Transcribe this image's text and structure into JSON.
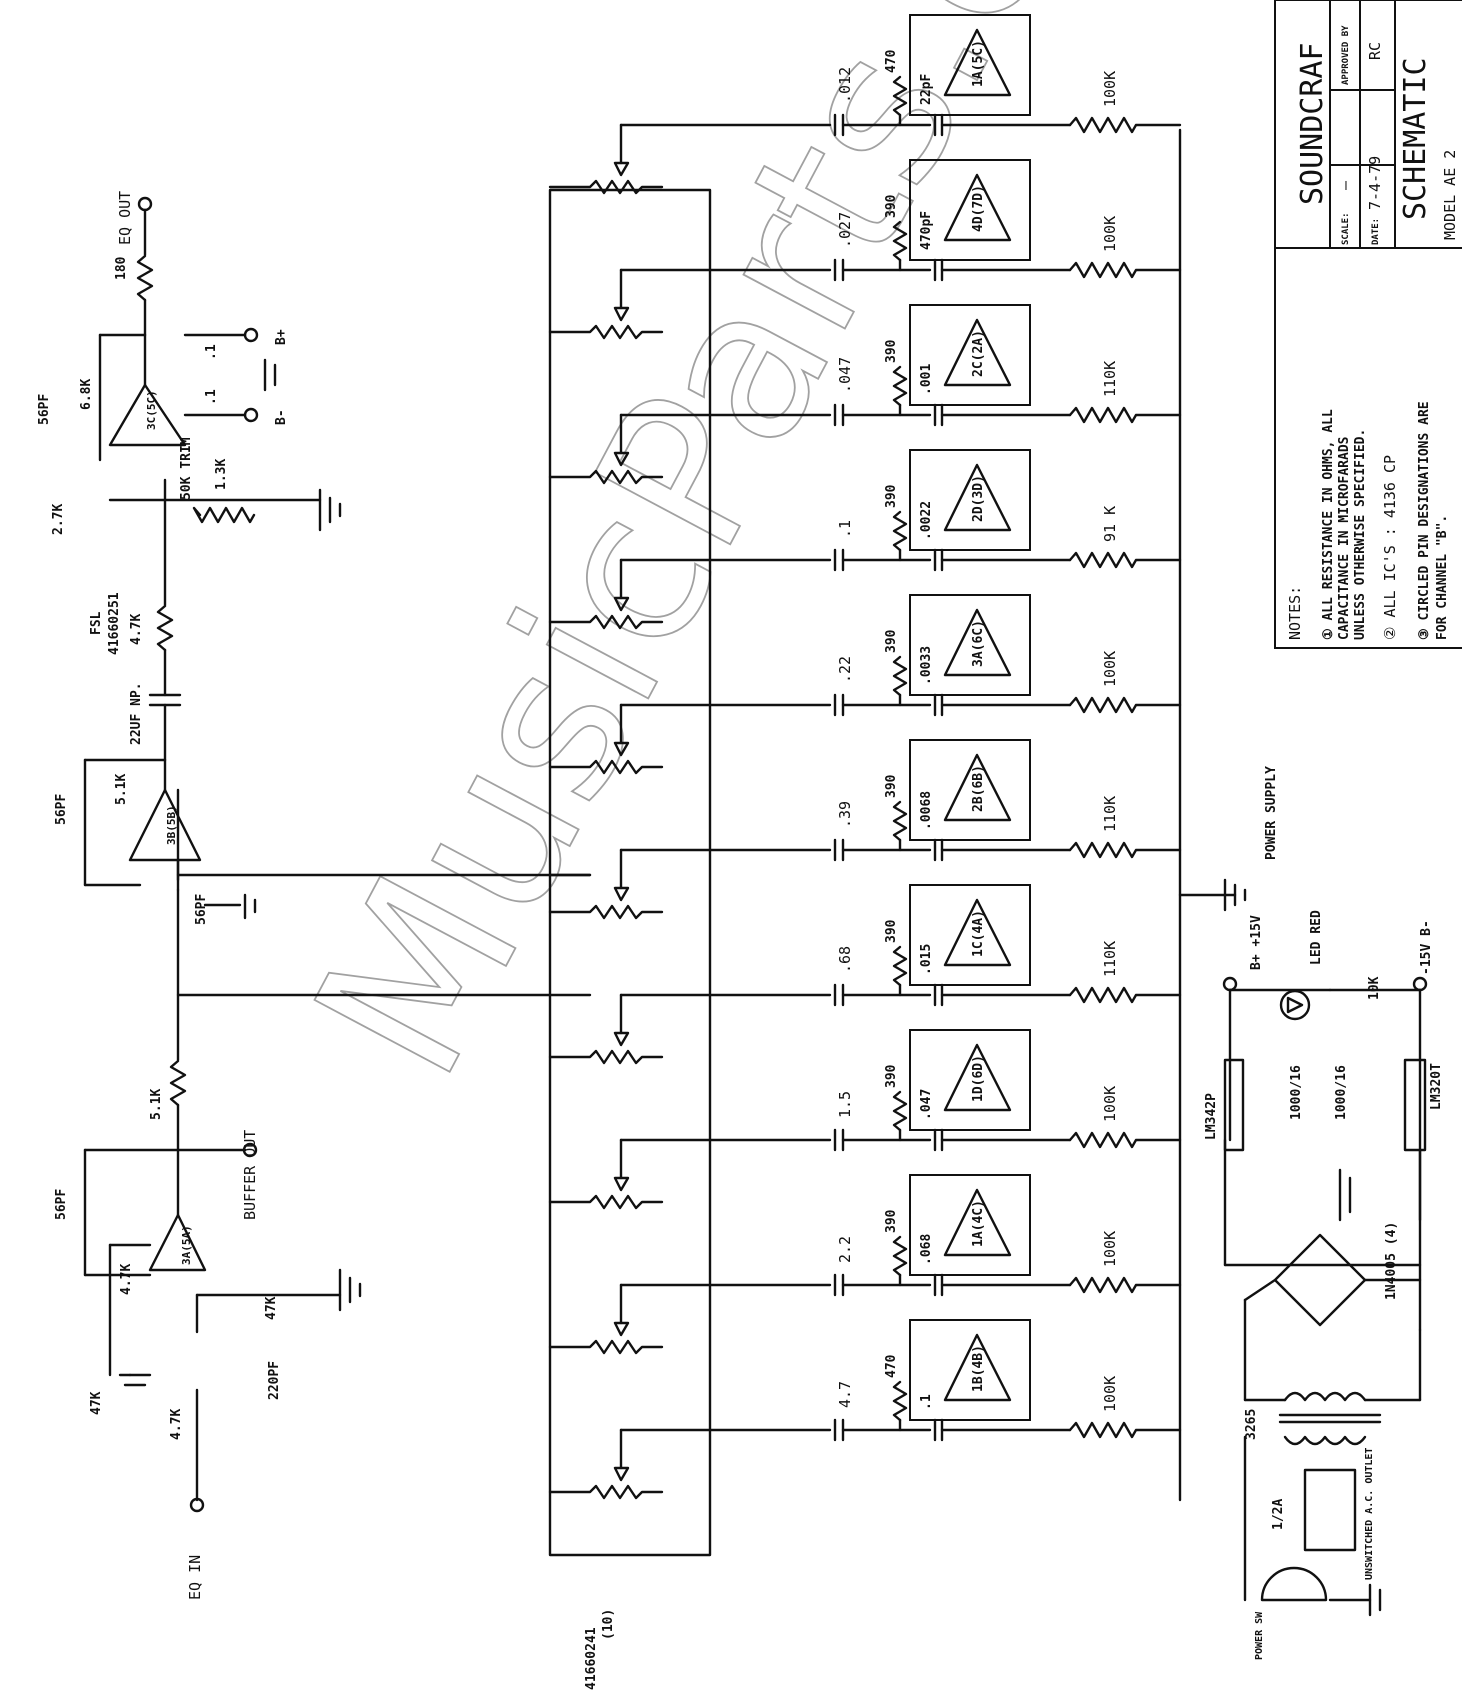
{
  "watermark": "MusicParts.com",
  "title_block": {
    "company": "SOUNDCRAF",
    "scale_label": "SCALE:",
    "scale_value": "—",
    "date_label": "DATE:",
    "date_value": "7-4-79",
    "approved_label": "APPROVED BY",
    "approved_value": "RC",
    "drawing_title": "SCHEMATIC",
    "model": "MODEL AE 2"
  },
  "notes": {
    "heading": "NOTES:",
    "items": [
      "① ALL RESISTANCE IN OHMS, ALL",
      "CAPACITANCE IN MICROFARADS",
      "UNLESS OTHERWISE SPECIFIED.",
      "② ALL IC'S : 4136 CP",
      "③ CIRCLED PIN DESIGNATIONS ARE",
      "FOR CHANNEL \"B\"."
    ]
  },
  "io": {
    "eq_in": "EQ IN",
    "eq_out": "EQ OUT",
    "buffer_out": "BUFFER OUT",
    "b_plus": "B+",
    "b_minus": "B-"
  },
  "input_stage": {
    "r_in": "4.7K",
    "r_shunt": "47K",
    "r_fb": "4.7K",
    "r_series": "47K",
    "cap_in": "220PF",
    "cap_fb": "56PF",
    "op_amp": "3A(5A)",
    "r_out": "5.1K"
  },
  "mid_stage": {
    "cap_fb": "56PF",
    "r_fb": "5.1K",
    "op_amp": "3B(5B)",
    "cap_shunt": "56PF",
    "cap_coupling": "22UF NP.",
    "r_series": "4.7K",
    "fader_label": "FSL",
    "fader_part": "41660251"
  },
  "output_stage": {
    "cap_fb": "56PF",
    "r_fb": "6.8K",
    "r_in": "2.7K",
    "trim": "50K TRIM",
    "r_trim": "1.3K",
    "op_amp": "3C(5C)",
    "r_out": "180",
    "decoupling": [
      ".1",
      ".1"
    ]
  },
  "pot_bank": {
    "part": "41660241",
    "qty": "(10)"
  },
  "bands": [
    {
      "c_series": ".012",
      "r": "470",
      "c_small": "22pF",
      "op": "1A(5C)",
      "r_out": "100K"
    },
    {
      "c_series": ".027",
      "r": "390",
      "c_small": "470pF",
      "op": "4D(7D)",
      "r_out": "100K"
    },
    {
      "c_series": ".047",
      "r": "390",
      "c_small": ".001",
      "op": "2C(2A)",
      "r_out": "110K"
    },
    {
      "c_series": ".1",
      "r": "390",
      "c_small": ".0022",
      "op": "2D(3D)",
      "r_out": "91 K"
    },
    {
      "c_series": ".22",
      "r": "390",
      "c_small": ".0033",
      "op": "3A(6C)",
      "r_out": "100K"
    },
    {
      "c_series": ".39",
      "r": "390",
      "c_small": ".0068",
      "op": "2B(6B)",
      "r_out": "110K"
    },
    {
      "c_series": ".68",
      "r": "390",
      "c_small": ".015",
      "op": "1C(4A)",
      "r_out": "110K"
    },
    {
      "c_series": "1.5",
      "r": "390",
      "c_small": ".047",
      "op": "1D(6D)",
      "r_out": "100K"
    },
    {
      "c_series": "2.2",
      "r": "390",
      "c_small": ".068",
      "op": "1A(4C)",
      "r_out": "100K"
    },
    {
      "c_series": "4.7",
      "r": "470",
      "c_small": ".1",
      "op": "1B(4B)",
      "r_out": "100K"
    }
  ],
  "power_supply": {
    "title": "POWER SUPPLY",
    "pos_label": "B+ +15V",
    "neg_label": "-15V B-",
    "led": "LED RED",
    "r_led": "10K",
    "reg_pos": "LM342P",
    "reg_neg": "LM320T",
    "caps": [
      "1000/16",
      "1000/16"
    ],
    "diodes": "1N4005 (4)",
    "transformer": "3265",
    "fuse": "1/2A",
    "outlet": "UNSWITCHED A.C. OUTLET",
    "switch": "POWER SW"
  }
}
